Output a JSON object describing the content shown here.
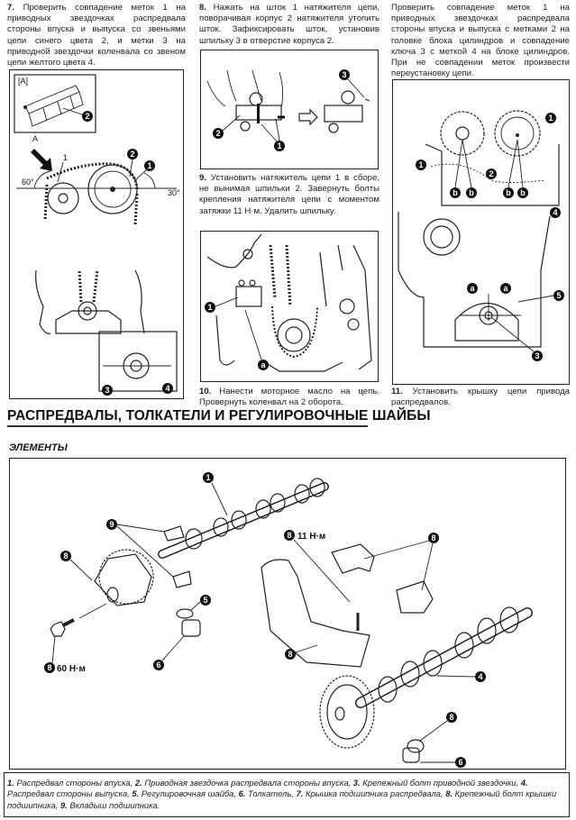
{
  "steps": {
    "step7": {
      "num": "7.",
      "text": "Проверить совпадение меток 1 на приводных звездочках распредвала стороны впуска и выпуска со звеньями цепи синего цвета 2, и метки 3 на приводной звездочки коленвала со звеном цепи желтого цвета 4."
    },
    "step8": {
      "num": "8.",
      "text": "Нажать на шток 1 натяжителя цепи, поворачивая корпус 2 натяжителя утопить шток. Зафиксировать шток, установив шпильку 3 в отверстие корпуса 2."
    },
    "step_check": {
      "text": "Проверить совпадение меток 1 на приводных звездочках распредвала стороны впуска и выпуска с метками 2 на головке блока цилиндров и совпадение ключа 3 с меткой 4 на блоке цилиндров. При не совпадении меток произвести переустановку цепи."
    },
    "step9": {
      "num": "9.",
      "text": "Установить натяжитель цепи 1 в сборе, не вынимая шпильки 2. Завернуть болты крепления натяжителя цепи с моментом затяжки 11 Н·м. Удалить шпильку."
    },
    "step10": {
      "num": "10.",
      "text": "Нанести моторное масло на цепь. Провернуть коленвал на 2 оборота."
    },
    "step11": {
      "num": "11.",
      "text": "Установить крышку цепи привода распредвалов."
    }
  },
  "figures": {
    "fig7": {
      "inset_label": "[A]",
      "arrow_label": "A",
      "angle_left": "60°",
      "angle_right": "30°",
      "callouts": [
        "1",
        "2",
        "1",
        "2",
        "3",
        "4"
      ]
    },
    "fig8": {
      "callouts": [
        "1",
        "2",
        "3"
      ]
    },
    "fig9": {
      "callouts": [
        "1",
        "a"
      ]
    },
    "fig_check": {
      "callouts": [
        "1",
        "1",
        "2",
        "b",
        "b",
        "b",
        "b",
        "4",
        "a",
        "a",
        "5",
        "3"
      ]
    },
    "exploded": {
      "callouts": [
        "1",
        "9",
        "8",
        "5",
        "6",
        "8",
        "8",
        "8",
        "4",
        "8",
        "6"
      ],
      "torque_top": "11 Н·м",
      "torque_bottom": "60 Н·м"
    }
  },
  "section": {
    "title": "РАСПРЕДВАЛЫ, ТОЛКАТЕЛИ И РЕГУЛИРОВОЧНЫЕ ШАЙБЫ",
    "subtitle": "ЭЛЕМЕНТЫ"
  },
  "legend": {
    "items": [
      {
        "num": "1.",
        "text": "Распредвал стороны впуска,"
      },
      {
        "num": "2.",
        "text": "Приводная звездочка распредвала стороны впуска,"
      },
      {
        "num": "3.",
        "text": "Крепежный болт приводной звездочки,"
      },
      {
        "num": "4.",
        "text": "Распредвал стороны выпуска,"
      },
      {
        "num": "5.",
        "text": "Регулировочная шайба,"
      },
      {
        "num": "6.",
        "text": "Толкатель,"
      },
      {
        "num": "7.",
        "text": "Крышка подшипника распредвала,"
      },
      {
        "num": "8.",
        "text": "Крепежный болт крышки подшипника,"
      },
      {
        "num": "9.",
        "text": "Вкладыш подшипника."
      }
    ]
  }
}
